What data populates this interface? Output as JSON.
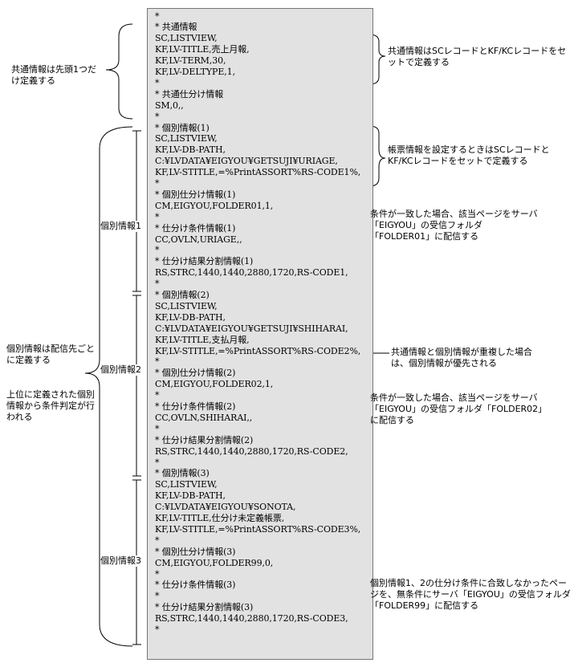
{
  "code_lines": [
    "*",
    "* 共通情報",
    "SC,LISTVIEW,",
    "KF,LV-TITLE,売上月報,",
    "KF,LV-TERM,30,",
    "KF,LV-DELTYPE,1,",
    "*",
    "* 共通仕分け情報",
    "SM,0,,",
    "*",
    "* 個別情報(1)",
    "SC,LISTVIEW,",
    "KF,LV-DB-PATH,",
    "C:¥LVDATA¥EIGYOU¥GETSUJI¥URIAGE,",
    "KF,LV-STITLE,=%PrintASSORT%RS-CODE1%,",
    "*",
    "* 個別仕分け情報(1)",
    "CM,EIGYOU,FOLDER01,1,",
    "*",
    "* 仕分け条件情報(1)",
    "CC,OVLN,URIAGE,,",
    "*",
    "* 仕分け結果分割情報(1)",
    "RS,STRC,1440,1440,2880,1720,RS-CODE1,",
    "*",
    "* 個別情報(2)",
    "SC,LISTVIEW,",
    "KF,LV-DB-PATH,",
    "C:¥LVDATA¥EIGYOU¥GETSUJI¥SHIHARAI,",
    "KF,LV-TITLE,支払月報,",
    "KF,LV-STITLE,=%PrintASSORT%RS-CODE2%,",
    "*",
    "* 個別仕分け情報(2)",
    "CM,EIGYOU,FOLDER02,1,",
    "*",
    "* 仕分け条件情報(2)",
    "CC,OVLN,SHIHARAI,,",
    "*",
    "* 仕分け結果分割情報(2)",
    "RS,STRC,1440,1440,2880,1720,RS-CODE2,",
    "*",
    "* 個別情報(3)",
    "SC,LISTVIEW,",
    "KF,LV-DB-PATH,",
    "C:¥LVDATA¥EIGYOU¥SONOTA,",
    "KF,LV-TITLE,仕分け未定義帳票,",
    "KF,LV-STITLE,=%PrintASSORT%RS-CODE3%,",
    "*",
    "* 個別仕分け情報(3)",
    "CM,EIGYOU,FOLDER99,0,",
    "*",
    "* 仕分け条件情報(3)",
    "*",
    "* 仕分け結果分割情報(3)",
    "RS,STRC,1440,1440,2880,1720,RS-CODE3,",
    "*"
  ],
  "left_notes": {
    "common_head": "共通情報は先頭1つだけ定義する",
    "individual_per_dest": "個別情報は配信先ごとに定義する",
    "evaluation_order": "上位に定義された個別情報から条件判定が行われる"
  },
  "group_labels": {
    "g1": "個別情報1",
    "g2": "個別情報2",
    "g3": "個別情報3"
  },
  "right_notes": {
    "common_set": "共通情報はSCレコードとKF/KCレコードをセットで定義する",
    "report_set": "帳票情報を設定するときはSCレコードとKF/KCレコードをセットで定義する",
    "folder01": "条件が一致した場合、該当ページをサーバ「EIGYOU」の受信フォルダ「FOLDER01」に配信する",
    "priority": "共通情報と個別情報が重複した場合は、個別情報が優先される",
    "folder02": "条件が一致した場合、該当ページをサーバ「EIGYOU」の受信フォルダ「FOLDER02」に配信する",
    "folder99": "個別情報1、2の仕分け条件に合致しなかったページを、無条件にサーバ「EIGYOU」の受信フォルダ「FOLDER99」に配信する"
  }
}
